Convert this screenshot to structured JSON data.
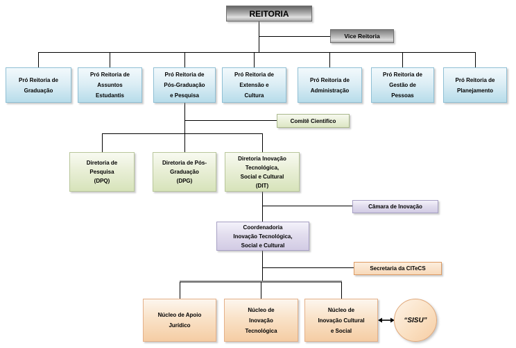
{
  "diagram": {
    "type": "org-chart",
    "nodes": {
      "reitoria": "REITORIA",
      "vice_reitoria": "Vice Reitoria",
      "comite_cientifico": "Comitê Cientifico",
      "camara_inovacao": "Câmara de Inovação",
      "coordenadoria": "Coordenadoria\nInovação Tecnológica,\nSocial e Cultural",
      "secretaria": "Secretaria da CITeCS",
      "sisu": "“SISU”"
    },
    "pro_reitorias": [
      "Pró Reitoria de\nGraduação",
      "Pró Reitoria de\nAssuntos\nEstudantis",
      "Pró Reitoria de\nPós-Graduação\ne Pesquisa",
      "Pró Reitoria de\nExtensão e\nCultura",
      "Pró Reitoria de\nAdministração",
      "Pró Reitoria de\nGestão de\nPessoas",
      "Pró Reitoria de\nPlanejamento"
    ],
    "diretorias": [
      "Diretoria de\nPesquisa\n(DPQ)",
      "Diretoria de Pós-\nGraduação\n(DPG)",
      "Diretoria Inovação\nTecnológica,\nSocial e Cultural\n(DIT)"
    ],
    "nucleos": [
      "Núcleo de Apoio\nJurídico",
      "Núcleo de\nInovação\nTecnológica",
      "Núcleo de\nInovação Cultural\ne Social"
    ],
    "colors": {
      "gray_top": "#646464",
      "gray_bottom": "#a8a8a8",
      "blue_fill": "#b7dcea",
      "blue_border": "#8fbfd4",
      "green_fill": "#d7e3ba",
      "green_border": "#b8c69a",
      "lavender_fill": "#d2cbe4",
      "lavender_border": "#a7a0c4",
      "orange_fill": "#f5cda4",
      "orange_border": "#e4b088",
      "secretaria_border": "#dd9a62",
      "connector": "#000000",
      "thick_connector": "#7f7f7f"
    }
  }
}
